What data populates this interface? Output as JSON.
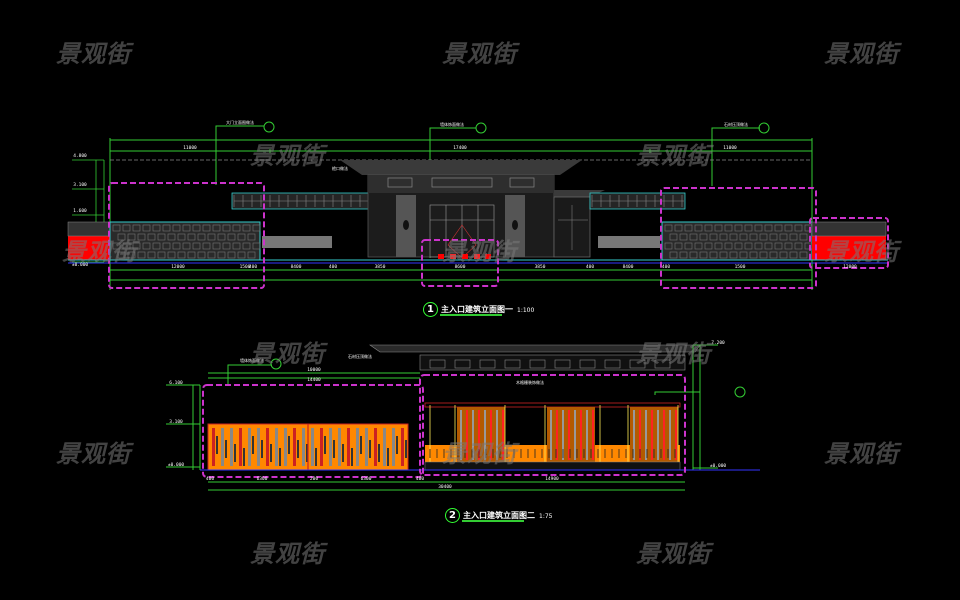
{
  "watermark": {
    "text": "景观街",
    "color": "#787878"
  },
  "drawing_1": {
    "number": "1",
    "title": "主入口建筑立面图一",
    "scale": "1:100",
    "dimensions_top": [
      "11000",
      "17400",
      "11000"
    ],
    "dimensions_bottom": [
      "12000",
      "1500",
      "400",
      "8400",
      "400",
      "3850",
      "8600",
      "3850",
      "400",
      "8400",
      "400",
      "1500",
      "12000"
    ],
    "elevations_left": [
      "±0.000",
      "1.600",
      "3.100",
      "4.800"
    ],
    "callout_labels": [
      "大门立面图做法",
      "墙体饰面做法",
      "石材压顶做法",
      "檐口做法"
    ]
  },
  "drawing_2": {
    "number": "2",
    "title": "主入口建筑立面图二",
    "scale": "1:75",
    "dimensions_top": [
      "10000",
      "14400"
    ],
    "dimensions_bottom": [
      "400",
      "6300",
      "200",
      "6300",
      "400",
      "14900",
      "30400"
    ],
    "elevations_left": [
      "±0.000",
      "3.100",
      "6.100"
    ],
    "elevations_right": [
      "±0.000",
      "7.200"
    ],
    "callout_labels": [
      "墙体饰面做法",
      "石材压顶做法",
      "木格栅装饰做法"
    ]
  },
  "colors": {
    "background": "#000000",
    "dimension_line": "#33cc33",
    "highlight_box": "#cc33cc",
    "outline_cyan": "#33cccc",
    "accent_red": "#ff0000",
    "accent_orange": "#ff8800",
    "building_gray": "#3a3a3a"
  }
}
